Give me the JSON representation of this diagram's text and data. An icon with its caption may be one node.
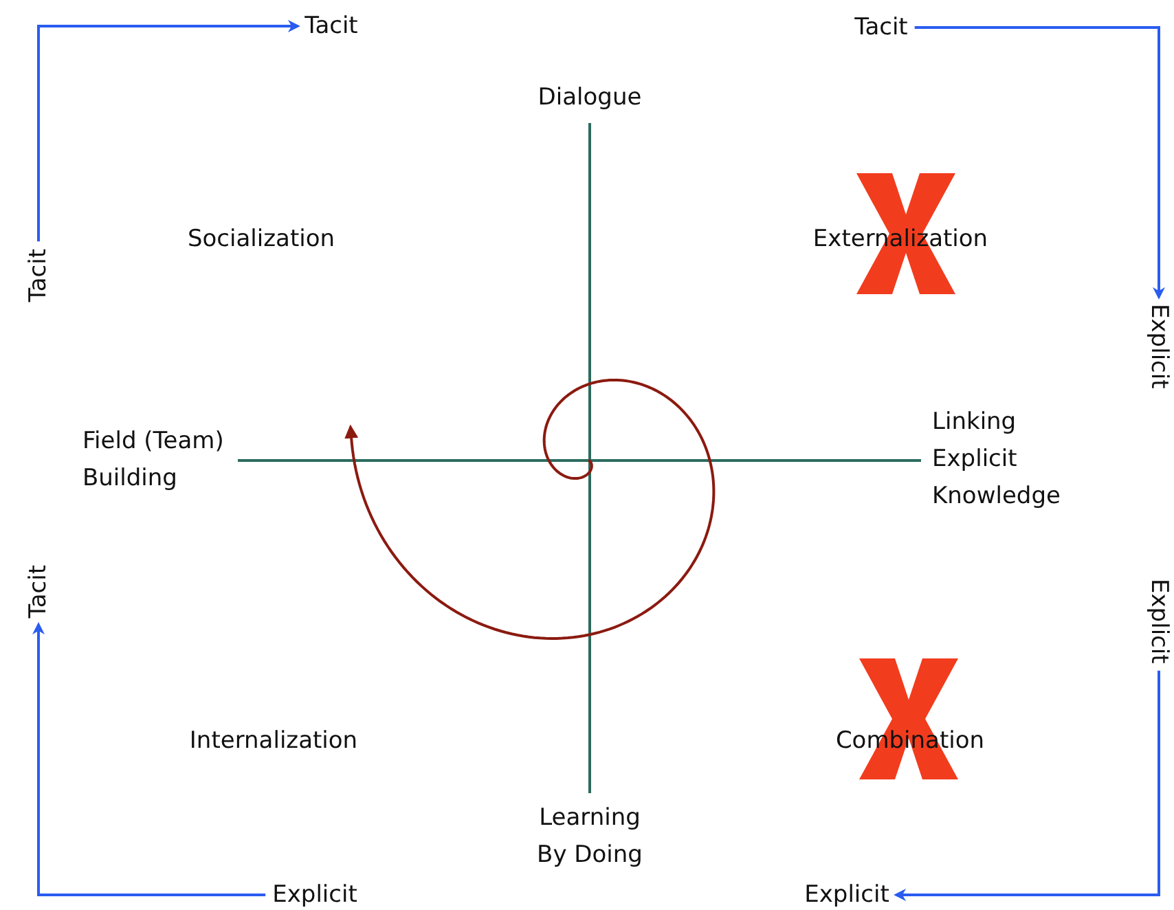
{
  "diagram": {
    "nodes": [
      {
        "text": [
          "Tacit"
        ]
      },
      {
        "text": [
          "Tacit"
        ]
      },
      {
        "text": [
          "Tacit"
        ]
      },
      {
        "text": [
          "Explicit"
        ]
      },
      {
        "text": [
          "Explicit"
        ]
      },
      {
        "text": [
          "Explicit"
        ]
      },
      {
        "text": [
          "Explicit"
        ]
      },
      {
        "text": [
          "Tacit"
        ]
      },
      {
        "text": [
          "Dialogue"
        ]
      },
      {
        "text": [
          "Field (Team) Building"
        ]
      },
      {
        "text": [
          "Linking Explicit Knowledge"
        ]
      },
      {
        "text": [
          "Learning By Doing"
        ]
      }
    ],
    "edges": [
      {
        "from": 1,
        "to": 0,
        "arrow": "to"
      },
      {
        "from": 2,
        "to": 3,
        "arrow": "to"
      },
      {
        "from": 4,
        "to": 5,
        "arrow": "to"
      },
      {
        "from": 6,
        "to": 7,
        "arrow": "to"
      },
      {
        "from": 8,
        "to": 11,
        "arrow": "none",
        "color": "#2b6b5f"
      },
      {
        "from": 9,
        "to": 10,
        "arrow": "none",
        "color": "#2b6b5f"
      }
    ],
    "labels": [
      "Socialization",
      "Externalization",
      "Internalization",
      "Combination"
    ]
  }
}
